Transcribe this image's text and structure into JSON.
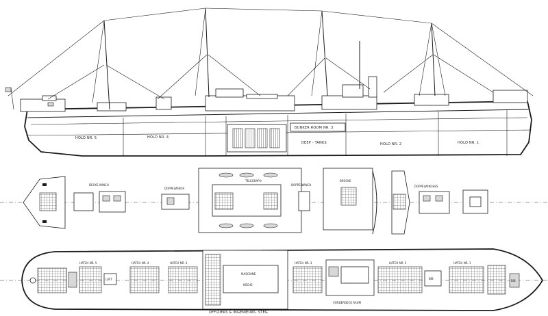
{
  "elevation": {
    "holds": [
      {
        "id": "hold5",
        "label": "HOLD NR. 5"
      },
      {
        "id": "hold4",
        "label": "HOLD NR. 4"
      },
      {
        "id": "hold2",
        "label": "HOLD NR. 2"
      },
      {
        "id": "hold1",
        "label": "HOLD NR. 1"
      }
    ],
    "deep_tanks": "DEEP - TANKS",
    "bunker_room": "BUNKER ROOM NR. 3"
  },
  "deck_plan": {
    "winches_aft": "DECKS WINCH",
    "winch_2": "DOPPELWINCH",
    "wheelhouse": "TELEGRAPH",
    "winch_3": "DOPPELWINCH",
    "chartroom": "BRÜCKE",
    "winch_fwd": "DOPPELWINCHES"
  },
  "lower_plan": {
    "hatches": [
      {
        "id": "h5",
        "label": "HATCH NR. 5"
      },
      {
        "id": "h4",
        "label": "HATCH NR. 4"
      },
      {
        "id": "h3a",
        "label": "HATCH NR. 3"
      },
      {
        "id": "h3",
        "label": "HATCH NR. 3"
      },
      {
        "id": "h2",
        "label": "HATCH NR. 2"
      },
      {
        "id": "h1",
        "label": "HATCH NR. 1"
      }
    ],
    "engine": "MASCHINE",
    "bottom_label": "OFFIZIERS & INGENIEURS. STEG",
    "fwd_label": "VORDERDECK  RAUM",
    "small_1": "LUFT",
    "small_2": "KÜCHE",
    "small_3": "BIB",
    "small_4": "BIB"
  }
}
